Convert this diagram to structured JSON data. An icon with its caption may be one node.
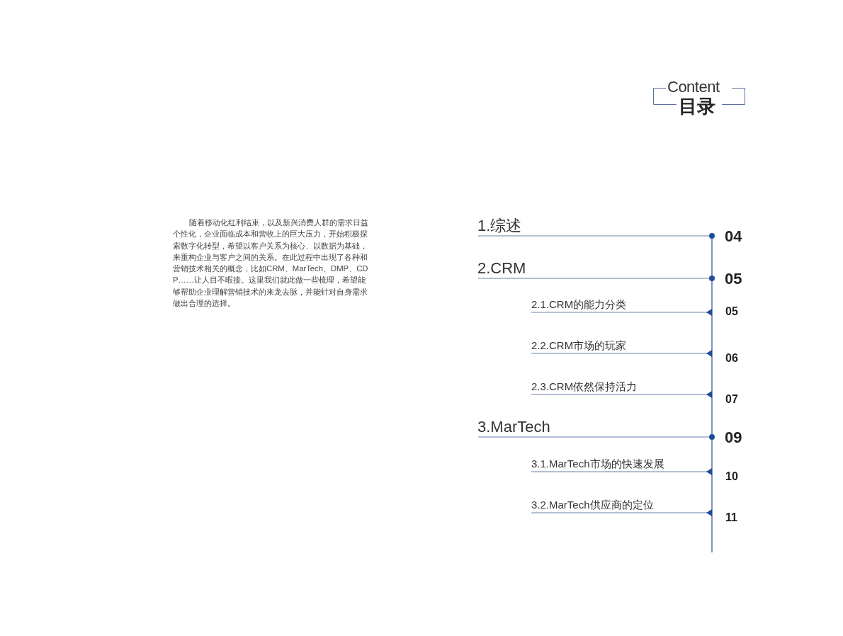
{
  "diagram": {
    "title": "目录",
    "labels": [
      "Content",
      "随着移动化红利结束，以及新兴消费人群的需求日益个性化，企业面临成本和营收上的巨大压力，开始积极探索数字化转型，希望以客户关系为核心、以数据为基础，来重构企业与客户之间的关系。在此过程中出现了各种和营销技术相关的概念，比如CRM、MarTech、DMP、CDP……让人目不暇接。这里我们就此做一些梳理，希望能够帮助企业理解营销技术的来龙去脉，并能针对自身需求做出合理的选择。",
      "1.综述",
      "04",
      "2.CRM",
      "05",
      "2.1.CRM的能力分类",
      "05",
      "2.2.CRM市场的玩家",
      "06",
      "2.3.CRM依然保持活力",
      "07",
      "3.MarTech",
      "09",
      "3.1.MarTech市场的快速发展",
      "10",
      "3.2.MarTech供应商的定位",
      "11"
    ]
  }
}
